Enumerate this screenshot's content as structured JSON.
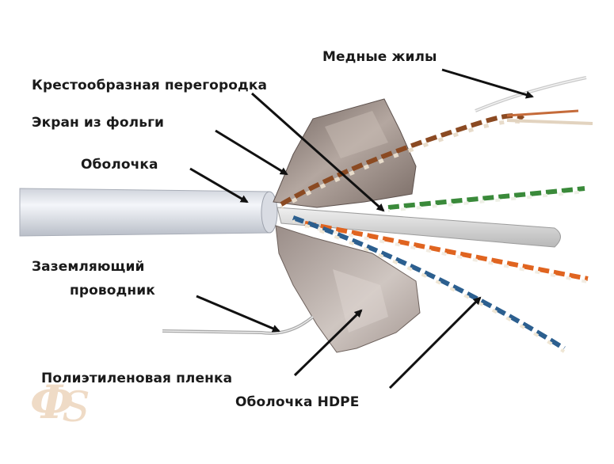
{
  "labels": {
    "copper_cores": "Медные жилы",
    "cross_separator": "Крестообразная перегородка",
    "foil_screen": "Экран из фольги",
    "jacket": "Оболочка",
    "ground_line1": "Заземляющий",
    "ground_line2": "проводник",
    "pe_film": "Полиэтиленовая пленка",
    "hdpe_jacket": "Оболочка HDPE"
  },
  "colors": {
    "jacket": "#e3e6ec",
    "foil": "#8a7c76",
    "separator": "#d8d8d8",
    "green_pair": "#3a8a3a",
    "orange_pair": "#e06420",
    "blue_pair": "#2c5f8f",
    "brown_pair": "#8b4a22",
    "label_text": "#1a1a1a",
    "watermark": "#e8c8a8"
  },
  "watermark": {
    "icon": "brand-logo-icon"
  }
}
